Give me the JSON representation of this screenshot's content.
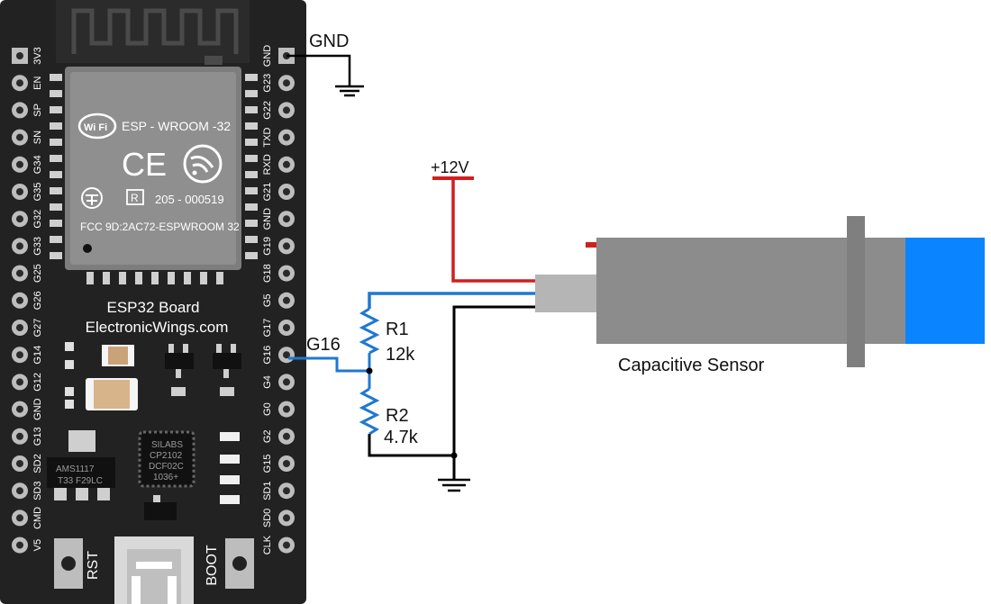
{
  "board": {
    "title": "ESP32 Board",
    "subtitle": "ElectronicWings.com",
    "module_name": "ESP - WROOM -32",
    "wifi_logo": "Wi Fi",
    "cert_r": "R",
    "cert_number": "205 - 000519",
    "fcc_id": "FCC 9D:2AC72-ESPWROOM 32",
    "ce_mark": "CE",
    "usb_chip": [
      "SILABS",
      "CP2102",
      "DCF02C",
      "1036+"
    ],
    "regulator": [
      "AMS1117",
      "T33 F29LC"
    ],
    "rst_label": "RST",
    "boot_label": "BOOT",
    "left_pins": [
      "3V3",
      "EN",
      "SP",
      "SN",
      "G34",
      "G35",
      "G32",
      "G33",
      "G25",
      "G26",
      "G27",
      "G14",
      "G12",
      "GND",
      "G13",
      "SD2",
      "SD3",
      "CMD",
      "V5"
    ],
    "right_pins": [
      "GND",
      "G23",
      "G22",
      "TXD",
      "RXD",
      "G21",
      "GND",
      "G19",
      "G18",
      "G5",
      "G17",
      "G16",
      "G4",
      "G0",
      "G2",
      "G15",
      "SD1",
      "SD0",
      "CLK"
    ]
  },
  "circuit": {
    "gnd_label": "GND",
    "supply_label": "+12V",
    "signal_label": "G16",
    "r1_name": "R1",
    "r1_value": "12k",
    "r2_name": "R2",
    "r2_value": "4.7k",
    "sensor_label": "Capacitive Sensor"
  },
  "colors": {
    "board": "#222222",
    "pcb_edge": "#1a1a1a",
    "module_shield": "#8a8a8a",
    "wire_supply": "#d11f1f",
    "wire_signal": "#1f78d1",
    "wire_ground": "#000000",
    "sensor_body": "#8c8c8c",
    "sensor_cap": "#0a84ff",
    "cable_sheath": "#b5b5b5"
  }
}
